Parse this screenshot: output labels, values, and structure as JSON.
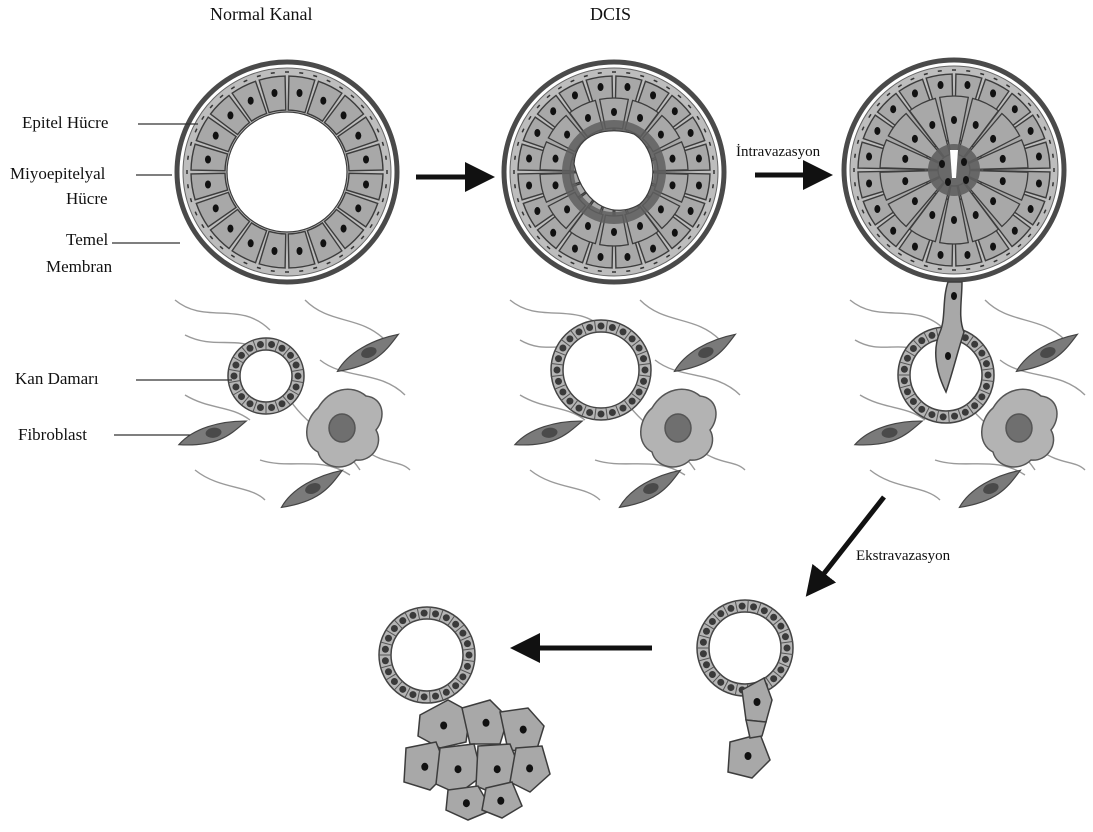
{
  "titles": {
    "normal": "Normal Kanal",
    "dcis": "DCIS"
  },
  "labels": {
    "epithelial": "Epitel Hücre",
    "myo_line1": "Miyoepitelyal",
    "myo_line2": "Hücre",
    "membrane_line1": "Temel",
    "membrane_line2": "Membran",
    "vessel": "Kan Damarı",
    "fibroblast": "Fibroblast"
  },
  "steps": {
    "intravasation": "İntravazasyon",
    "extravasation": "Ekstravazasyon"
  },
  "colors": {
    "cell_fill": "#a8a8a8",
    "cell_stroke": "#3c3c3c",
    "nucleus": "#111111",
    "membrane": "#4a4a4a",
    "myo_fill": "#bdbdbd",
    "tumor_dark": "#5f5f5f",
    "vessel_nucleus": "#3a3a3a",
    "fibroblast": "#7a7a7a",
    "fiber": "#9a9a9a",
    "arrow": "#111111"
  }
}
